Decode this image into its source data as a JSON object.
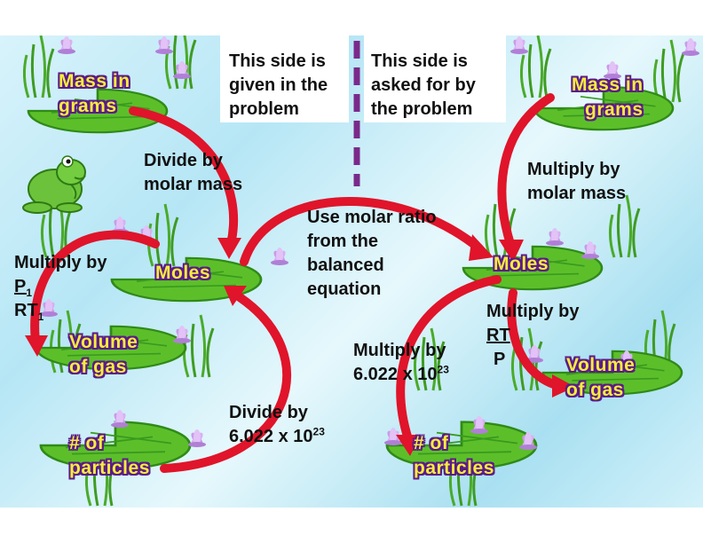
{
  "header": {
    "left": [
      "This side is",
      "given in the",
      "problem"
    ],
    "right": [
      "This side is",
      "asked for by",
      "the problem"
    ]
  },
  "pads": {
    "mass_left": [
      "Mass in",
      "grams"
    ],
    "mass_right": [
      "Mass in",
      "grams"
    ],
    "moles_left": "Moles",
    "moles_right": "Moles",
    "volume_left": [
      "Volume",
      "of gas"
    ],
    "volume_right": [
      "Volume",
      "of gas"
    ],
    "particles_left": [
      "# of",
      "particles"
    ],
    "particles_right": [
      "# of",
      "particles"
    ]
  },
  "labels": {
    "divide_molar": [
      "Divide by",
      "molar mass"
    ],
    "multiply_molar": [
      "Multiply by",
      "molar mass"
    ],
    "molar_ratio": [
      "Use molar ratio",
      "from the",
      "balanced",
      "equation"
    ],
    "multiply_p_rt": {
      "line1": "Multiply by",
      "num": "P",
      "num_sub": "1",
      "den": "RT",
      "den_sub": "1"
    },
    "multiply_rt_p": {
      "line1": "Multiply by",
      "num": "RT",
      "den": "P"
    },
    "multiply_avogadro": {
      "line1": "Multiply by",
      "base": "6.022 x 10",
      "exp": "23"
    },
    "divide_avogadro": {
      "line1": "Divide by",
      "base": "6.022 x 10",
      "exp": "23"
    }
  },
  "colors": {
    "arrow": "#e0142a",
    "pad_text": "#f6ec3c",
    "pad_outline": "#5a1a8a",
    "lily_pad": "#5cbf2a",
    "divider": "#7a2a8a"
  },
  "icons": [
    "frog-icon",
    "lily-pad-icon",
    "lotus-flower-icon"
  ]
}
